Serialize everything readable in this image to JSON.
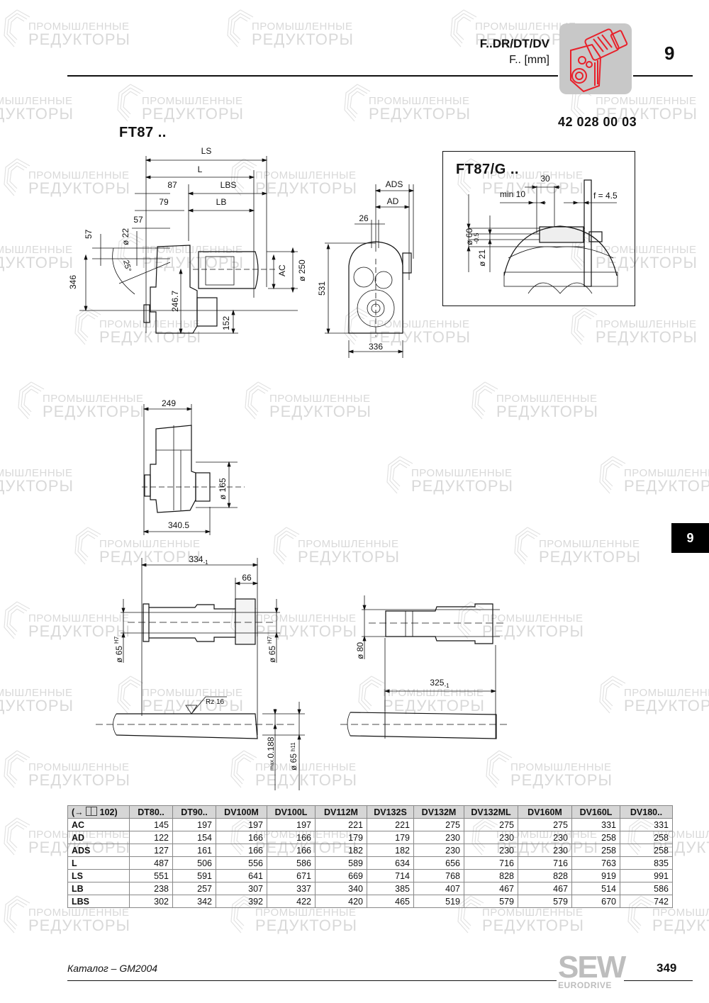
{
  "header": {
    "title": "F..DR/DT/DV",
    "subtitle": "F.. [mm]",
    "chapter": "9",
    "product_icon": "gear-motor-icon",
    "icon_color": "#e8202a"
  },
  "document_number": "42 028 00 03",
  "drawing_main": {
    "model": "FT87 ..",
    "dims_side": {
      "LS": "LS",
      "L": "L",
      "d87": "87",
      "LBS": "LBS",
      "d79": "79",
      "LB": "LB",
      "d57h": "57",
      "d57v": "57",
      "d22": "ø 22",
      "angle": "25°",
      "d346": "346",
      "d246": "246.7",
      "AC": "AC",
      "d250": "ø 250",
      "d152": "152"
    },
    "dims_front": {
      "ADS": "ADS",
      "AD": "AD",
      "d26": "26",
      "d531": "531",
      "d336": "336"
    },
    "dims_top": {
      "d249": "249",
      "d165": "ø 165",
      "d340": "340.5"
    }
  },
  "drawing_detail": {
    "model": "FT87/G ..",
    "d30": "30",
    "min10": "min 10",
    "f": "f = 4.5",
    "d60": "ø 60",
    "d21": "ø 21",
    "d21_tol": "-0.5"
  },
  "drawing_shafts": {
    "left": {
      "d334": "334",
      "d334_tol": "-1",
      "d66": "66",
      "d65a": "ø 65",
      "d65a_fit": "H7",
      "d65b": "ø 65",
      "d65b_fit": "H7",
      "rz": "Rz 16",
      "max": "max.",
      "taper": "0.188",
      "d65c": "ø 65",
      "d65c_fit": "h11"
    },
    "right": {
      "d80": "ø 80",
      "d325": "325",
      "d325_tol": "-1"
    }
  },
  "side_tab": {
    "label": "9"
  },
  "table": {
    "corner": "(→ ",
    "corner_ref": " 102)",
    "book_icon": "book-icon",
    "columns": [
      "DT80..",
      "DT90..",
      "DV100M",
      "DV100L",
      "DV112M",
      "DV132S",
      "DV132M",
      "DV132ML",
      "DV160M",
      "DV160L",
      "DV180.."
    ],
    "rows": [
      {
        "label": "AC",
        "values": [
          145,
          197,
          197,
          197,
          221,
          221,
          275,
          275,
          275,
          331,
          331
        ]
      },
      {
        "label": "AD",
        "values": [
          122,
          154,
          166,
          166,
          179,
          179,
          230,
          230,
          230,
          258,
          258
        ]
      },
      {
        "label": "ADS",
        "values": [
          127,
          161,
          166,
          166,
          182,
          182,
          230,
          230,
          230,
          258,
          258
        ]
      },
      {
        "label": "L",
        "values": [
          487,
          506,
          556,
          586,
          589,
          634,
          656,
          716,
          716,
          763,
          835
        ]
      },
      {
        "label": "LS",
        "values": [
          551,
          591,
          641,
          671,
          669,
          714,
          768,
          828,
          828,
          919,
          991
        ]
      },
      {
        "label": "LB",
        "values": [
          238,
          257,
          307,
          337,
          340,
          385,
          407,
          467,
          467,
          514,
          586
        ]
      },
      {
        "label": "LBS",
        "values": [
          302,
          342,
          392,
          422,
          420,
          465,
          519,
          579,
          579,
          670,
          742
        ]
      }
    ]
  },
  "footer": {
    "catalog": "Каталог – GM2004",
    "page": "349",
    "brand": "SEW",
    "brand_sub": "EURODRIVE"
  },
  "watermark": {
    "line1": "ПРОМЫШЛЕННЫЕ",
    "line2": "РЕДУКТОРЫ"
  }
}
